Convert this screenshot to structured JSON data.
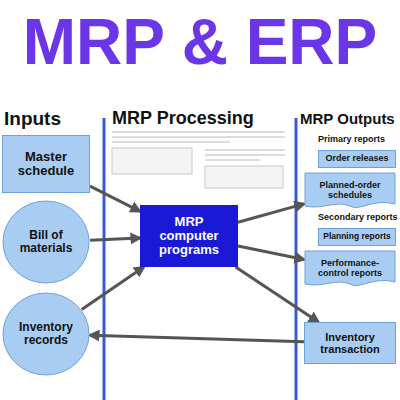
{
  "diagram": {
    "title": "MRP & ERP",
    "nodes": [
      {
        "text": [
          "Master schedule"
        ]
      },
      {
        "text": [
          "Bill of materials"
        ]
      },
      {
        "text": [
          "Inventory records"
        ]
      },
      {
        "text": [
          "MRP computer programs"
        ]
      },
      {
        "text": [
          "Order releases"
        ]
      },
      {
        "text": [
          "Planned-order schedules"
        ]
      },
      {
        "text": [
          "Planning reports"
        ]
      },
      {
        "text": [
          "Performance-control reports"
        ]
      },
      {
        "text": [
          "Inventory transaction"
        ]
      }
    ],
    "edges": [
      {
        "from": 0,
        "to": 3,
        "arrow": "to"
      },
      {
        "from": 1,
        "to": 3,
        "arrow": "to"
      },
      {
        "from": 2,
        "to": 3,
        "arrow": "to"
      },
      {
        "from": 3,
        "to": 5,
        "arrow": "to"
      },
      {
        "from": 3,
        "to": 7,
        "arrow": "to"
      },
      {
        "from": 3,
        "to": 8,
        "arrow": "to"
      },
      {
        "from": 8,
        "to": 2,
        "arrow": "to"
      }
    ],
    "labels": [
      "Inputs",
      "MRP Processing",
      "MRP Outputs",
      "Primary reports",
      "Secondary reports"
    ]
  }
}
